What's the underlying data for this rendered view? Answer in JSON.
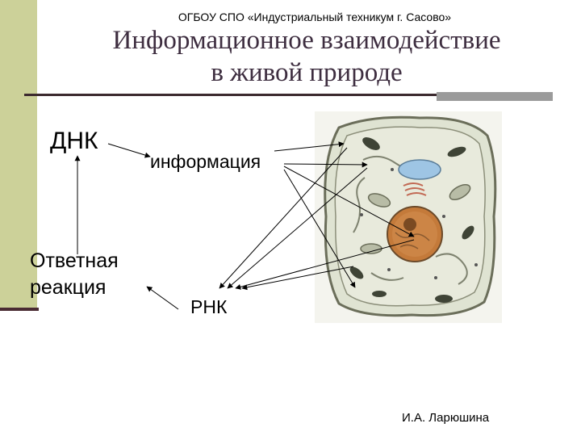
{
  "header": {
    "institution": "ОГБОУ СПО «Индустриальный техникум г. Сасово»",
    "title_line1": "Информационное взаимодействие",
    "title_line2": "в живой природе"
  },
  "diagram": {
    "dna": "ДНК",
    "information": "информация",
    "response_line1": "Ответная",
    "response_line2": "реакция",
    "rna": "РНК"
  },
  "footer": {
    "author": "И.А. Ларюшина"
  },
  "colors": {
    "band": "#ccd199",
    "title": "#3e2e40",
    "nucleus": "#c47a3a"
  },
  "icons": {
    "cell": "animal-cell-illustration"
  }
}
